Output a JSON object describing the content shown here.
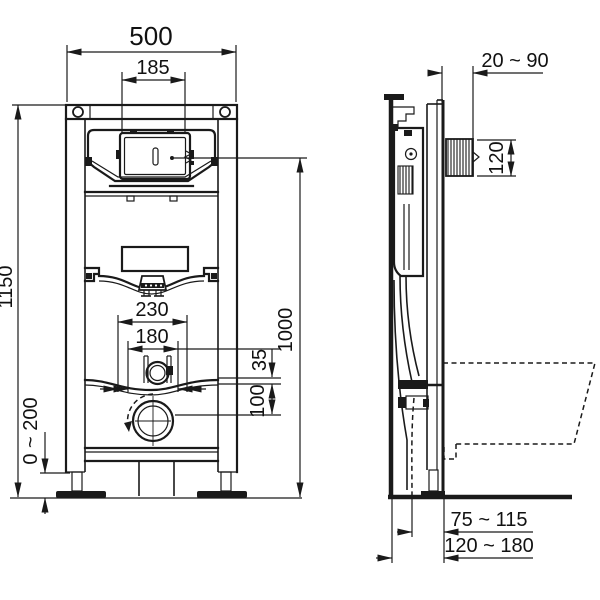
{
  "dimensions": {
    "front": {
      "overall_width": "500",
      "flush_plate_width": "185",
      "overall_height": "1150",
      "actuation_height": "1000",
      "outer_fixing_spacing": "230",
      "inner_fixing_spacing": "180",
      "stud_offset": "35",
      "outlet_offset": "100",
      "leg_adjust_range": "0 ~ 200"
    },
    "side": {
      "wall_finish_range": "20 ~ 90",
      "flush_opening_height": "120",
      "outlet_near_range": "75 ~ 115",
      "outlet_far_range": "120 ~ 180"
    }
  }
}
